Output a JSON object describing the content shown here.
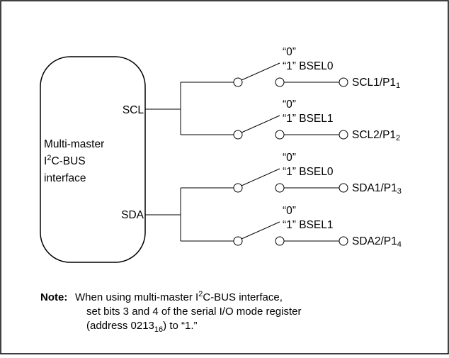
{
  "block": {
    "title_line1": "Multi-master",
    "title_line2_prefix": "I",
    "title_line2_sup": "2",
    "title_line2_rest": "C-BUS",
    "title_line3": "interface",
    "scl_label": "SCL",
    "sda_label": "SDA"
  },
  "switches": [
    {
      "zero_label": "“0”",
      "one_label": "“1” BSEL0",
      "pin_main": "SCL1/P1",
      "pin_sub": "1"
    },
    {
      "zero_label": "“0”",
      "one_label": "“1” BSEL1",
      "pin_main": "SCL2/P1",
      "pin_sub": "2"
    },
    {
      "zero_label": "“0”",
      "one_label": "“1” BSEL0",
      "pin_main": "SDA1/P1",
      "pin_sub": "3"
    },
    {
      "zero_label": "“0”",
      "one_label": "“1” BSEL1",
      "pin_main": "SDA2/P1",
      "pin_sub": "4"
    }
  ],
  "note": {
    "label": "Note:",
    "line1_a": "When using multi-master I",
    "line1_sup": "2",
    "line1_b": "C-BUS interface,",
    "line2": "set bits 3 and 4 of the serial I/O mode register",
    "line3_a": "(address 0213",
    "line3_sub": "16",
    "line3_b": ") to “1.”"
  }
}
